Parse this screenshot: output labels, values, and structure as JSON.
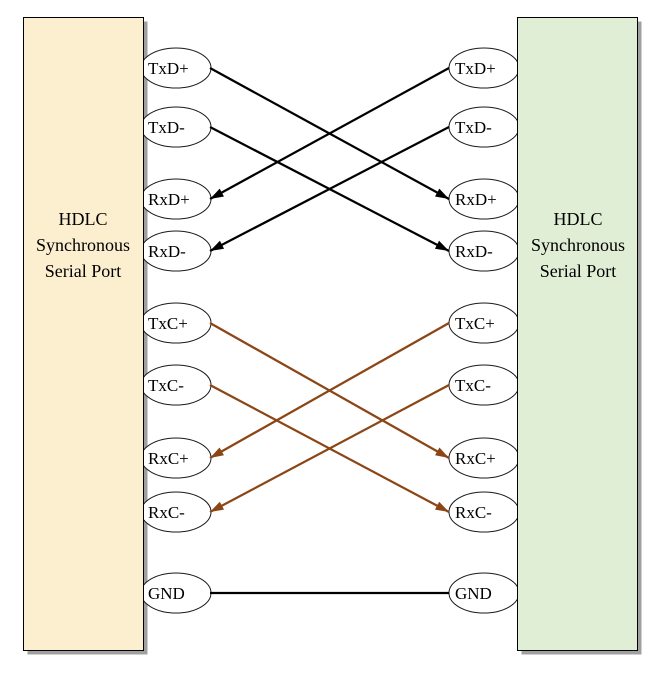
{
  "left_port": {
    "title_lines": [
      "HDLC",
      "Synchronous",
      "Serial Port"
    ],
    "pins": [
      "TxD+",
      "TxD-",
      "RxD+",
      "RxD-",
      "TxC+",
      "TxC-",
      "RxC+",
      "RxC-",
      "GND"
    ]
  },
  "right_port": {
    "title_lines": [
      "HDLC",
      "Synchronous",
      "Serial Port"
    ],
    "pins": [
      "TxD+",
      "TxD-",
      "RxD+",
      "RxD-",
      "TxC+",
      "TxC-",
      "RxC+",
      "RxC-",
      "GND"
    ]
  },
  "colors": {
    "left_box_fill": "#FCEFCF",
    "right_box_fill": "#E0EED6",
    "shadow": "#A0A0A0",
    "data_wire": "#000000",
    "clock_wire": "#8C4616"
  },
  "connections": [
    {
      "from": "left.TxD+",
      "to": "right.RxD+",
      "type": "data",
      "arrow": "to"
    },
    {
      "from": "left.TxD-",
      "to": "right.RxD-",
      "type": "data",
      "arrow": "to"
    },
    {
      "from": "right.TxD+",
      "to": "left.RxD+",
      "type": "data",
      "arrow": "to"
    },
    {
      "from": "right.TxD-",
      "to": "left.RxD-",
      "type": "data",
      "arrow": "to"
    },
    {
      "from": "left.TxC+",
      "to": "right.RxC+",
      "type": "clock",
      "arrow": "to"
    },
    {
      "from": "left.TxC-",
      "to": "right.RxC-",
      "type": "clock",
      "arrow": "to"
    },
    {
      "from": "right.TxC+",
      "to": "left.RxC+",
      "type": "clock",
      "arrow": "to"
    },
    {
      "from": "right.TxC-",
      "to": "left.RxC-",
      "type": "clock",
      "arrow": "to"
    },
    {
      "from": "left.GND",
      "to": "right.GND",
      "type": "ground",
      "arrow": "none"
    }
  ]
}
